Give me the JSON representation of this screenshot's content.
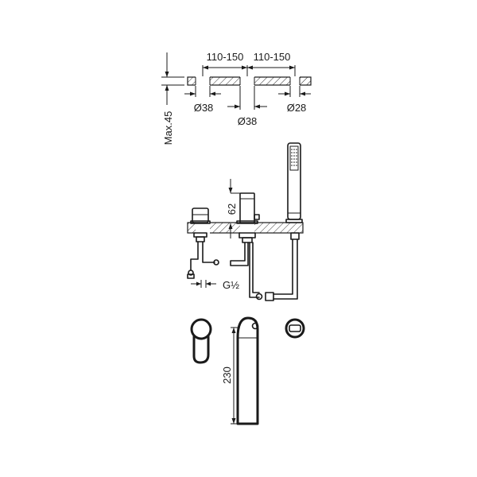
{
  "dimensions": {
    "spacing_left": "110-150",
    "spacing_right": "110-150",
    "hole_left": "Ø38",
    "hole_center": "Ø38",
    "hole_right": "Ø28",
    "max_deck_thickness": "Max.45",
    "spout_height": "62",
    "connection": "G½",
    "spout_length": "230"
  }
}
